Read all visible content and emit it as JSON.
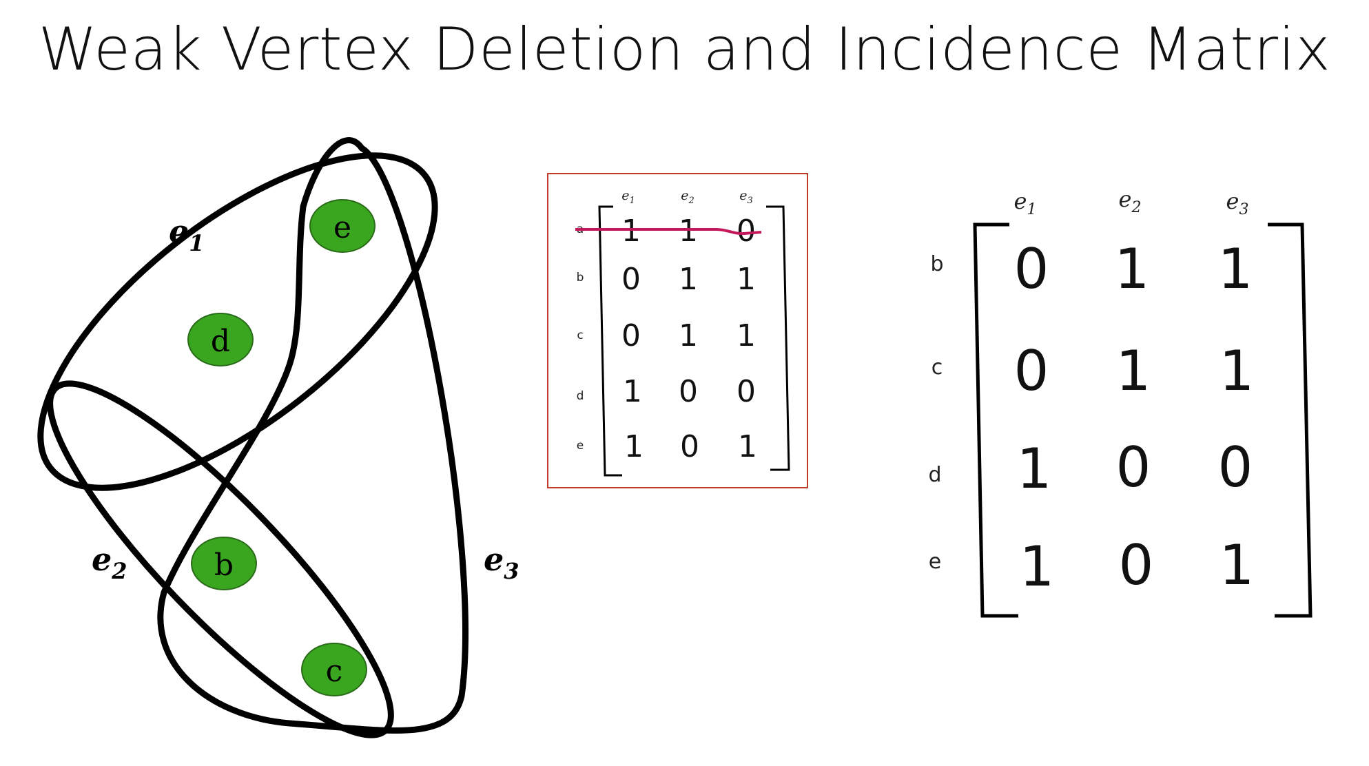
{
  "title": "Weak Vertex Deletion and Incidence Matrix",
  "colors": {
    "vertex_fill": "#3aa51f",
    "strike_line": "#c2185b",
    "frame_border": "#c0392b"
  },
  "hypergraph": {
    "vertices": [
      {
        "label": "e"
      },
      {
        "label": "d"
      },
      {
        "label": "b"
      },
      {
        "label": "c"
      }
    ],
    "edges": [
      {
        "name": "e",
        "sub": "1"
      },
      {
        "name": "e",
        "sub": "2"
      },
      {
        "name": "e",
        "sub": "3"
      }
    ]
  },
  "original_matrix": {
    "columns": [
      {
        "name": "e",
        "sub": "1"
      },
      {
        "name": "e",
        "sub": "2"
      },
      {
        "name": "e",
        "sub": "3"
      }
    ],
    "row_labels": [
      "a",
      "b",
      "c",
      "d",
      "e"
    ],
    "rows": [
      [
        "1",
        "1",
        "0"
      ],
      [
        "0",
        "1",
        "1"
      ],
      [
        "0",
        "1",
        "1"
      ],
      [
        "1",
        "0",
        "0"
      ],
      [
        "1",
        "0",
        "1"
      ]
    ],
    "deleted_row": "a"
  },
  "result_matrix": {
    "columns": [
      {
        "name": "e",
        "sub": "1"
      },
      {
        "name": "e",
        "sub": "2"
      },
      {
        "name": "e",
        "sub": "3"
      }
    ],
    "row_labels": [
      "b",
      "c",
      "d",
      "e"
    ],
    "rows": [
      [
        "0",
        "1",
        "1"
      ],
      [
        "0",
        "1",
        "1"
      ],
      [
        "1",
        "0",
        "0"
      ],
      [
        "1",
        "0",
        "1"
      ]
    ]
  }
}
